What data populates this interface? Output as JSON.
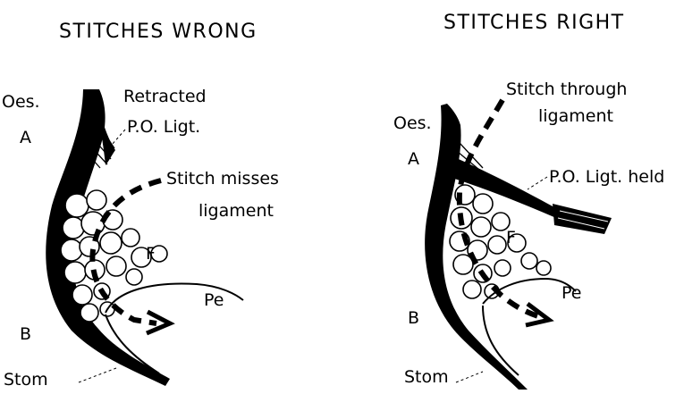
{
  "panels": {
    "left": {
      "title": "STITCHES WRONG",
      "labels": {
        "oes": "Oes.",
        "a": "A",
        "b": "B",
        "stom": "Stom",
        "retracted_line1": "Retracted",
        "retracted_line2": "P.O. Ligt.",
        "stitch_line1": "Stitch misses",
        "stitch_line2": "ligament",
        "f": "F",
        "pe": "Pe"
      }
    },
    "right": {
      "title": "STITCHES RIGHT",
      "labels": {
        "oes": "Oes.",
        "a": "A",
        "b": "B",
        "stom": "Stom",
        "stitch_line1": "Stitch through",
        "stitch_line2": "ligament",
        "ligt_held": "P.O. Ligt. held",
        "f": "F",
        "pe": "Pe"
      }
    }
  },
  "colors": {
    "ink": "#000000",
    "background": "#ffffff"
  }
}
